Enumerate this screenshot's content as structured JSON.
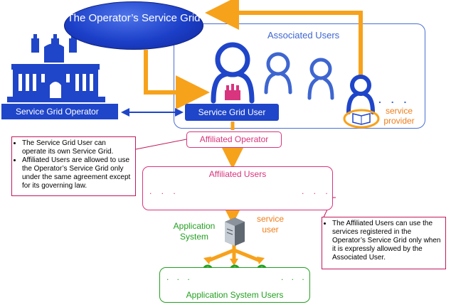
{
  "service_grid": {
    "title": "The Operator’s Service Grid",
    "fill_color": "#1f45c9"
  },
  "associated_users": {
    "title": "Associated Users",
    "dots": ". . .",
    "service_provider_label": "service provider"
  },
  "operator": {
    "label": "Service Grid Operator",
    "icon": "building-icon"
  },
  "service_grid_user": {
    "label": "Service Grid User"
  },
  "affiliated_operator": {
    "label": "Affiliated Operator"
  },
  "affiliated_users": {
    "title": "Affiliated Users",
    "dots_left": ". . .",
    "dots_right": ". . .",
    "service_user_label": "service user"
  },
  "application_system": {
    "label": "Application System",
    "icon": "server-icon"
  },
  "application_users": {
    "title": "Application System Users",
    "dots_left": ". . .",
    "dots_right": ". . ."
  },
  "notes": {
    "left": [
      "The Service Grid User can operate its own Service Grid.",
      "Affiliated Users are allowed to use the Operator’s Service Grid only under the  same agreement except for its governing law."
    ],
    "right": [
      "The Affiliated Users can use the services registered in the Operator’s Service Grid only when it is expressly allowed by the Associated User."
    ]
  },
  "colors": {
    "blue": "#1f45c9",
    "orange": "#f7a21b",
    "pink": "#d9347e",
    "green": "#23a020"
  }
}
